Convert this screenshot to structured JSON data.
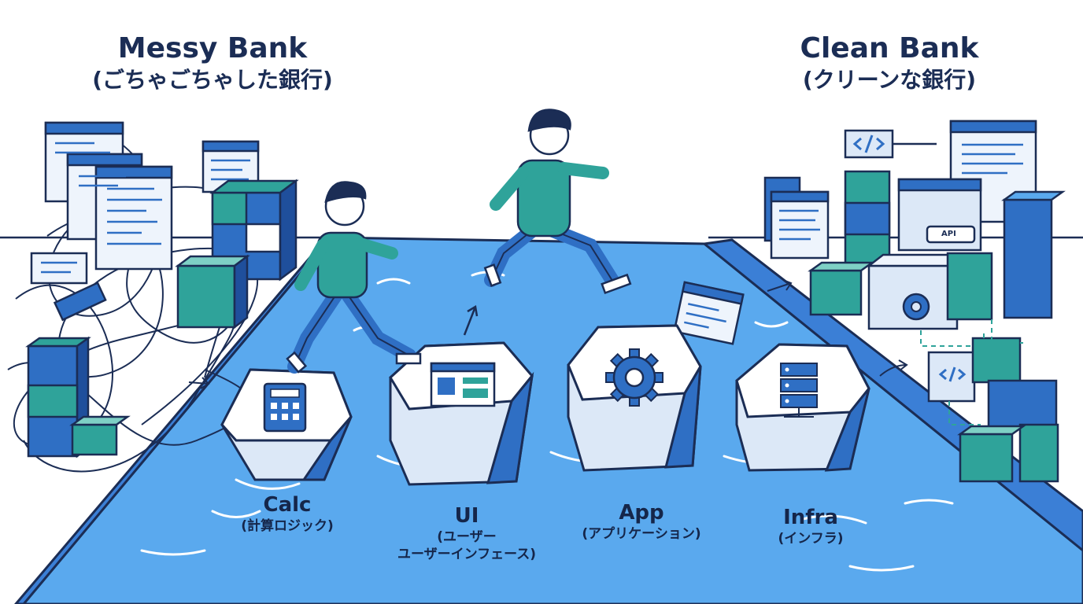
{
  "left_title": {
    "en": "Messy Bank",
    "jp": "(ごちゃごちゃした銀行)"
  },
  "right_title": {
    "en": "Clean Bank",
    "jp": "(クリーンな銀行)"
  },
  "stones": [
    {
      "en": "Calc",
      "jp": "(計算ロジック)",
      "icon": "calculator-icon"
    },
    {
      "en": "UI",
      "jp": "(ユーザー",
      "jp2": "ユーザーインフェース)",
      "icon": "browser-window-icon"
    },
    {
      "en": "App",
      "jp": "(アプリケーション)",
      "icon": "gear-icon"
    },
    {
      "en": "Infra",
      "jp": "(インフラ)",
      "icon": "server-rack-icon"
    }
  ],
  "api_label": "API",
  "colors": {
    "navy": "#1b2d55",
    "blue": "#2f6fc4",
    "river": "#5aa9ee",
    "teal": "#2fa39a",
    "pale": "#dce8f7"
  }
}
